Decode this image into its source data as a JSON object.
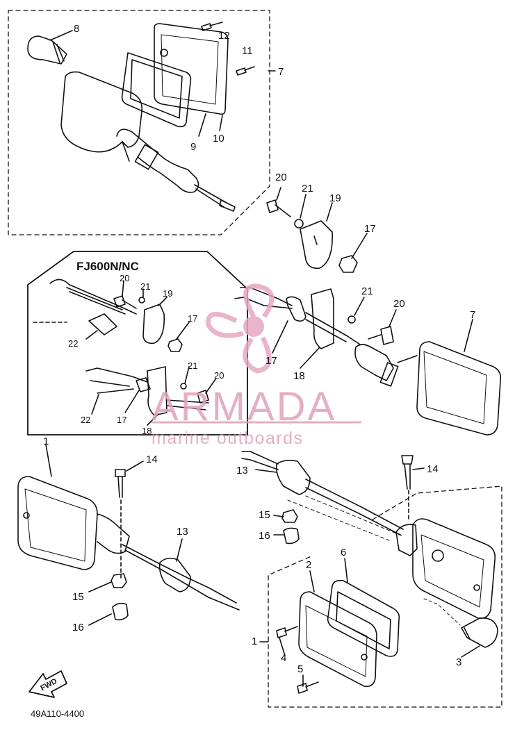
{
  "diagram": {
    "inset_title": "FJ600N/NC",
    "part_number": "49A110-4400",
    "fwd_label": "FWD",
    "watermark": {
      "brand": "ARMADA",
      "tagline": "marine outboards"
    },
    "callouts": {
      "c8": "8",
      "c12": "12",
      "c11": "11",
      "c7a": "7",
      "c9": "9",
      "c10": "10",
      "c20a": "20",
      "c21a": "21",
      "c19a": "19",
      "c17a": "17",
      "c20b": "20",
      "c21b": "21",
      "c19b": "19",
      "c22a": "22",
      "c17b": "17",
      "c21c": "21",
      "c20c": "20",
      "c22b": "22",
      "c17c": "17",
      "c18a": "18",
      "c21d": "21",
      "c20d": "20",
      "c7b": "7",
      "c17d": "17",
      "c18b": "18",
      "c1a": "1",
      "c14a": "14",
      "c13a": "13",
      "c15a": "15",
      "c16a": "16",
      "c13b": "13",
      "c14b": "14",
      "c15b": "15",
      "c16b": "16",
      "c2": "2",
      "c6": "6",
      "c1b": "1",
      "c4": "4",
      "c5": "5",
      "c3": "3"
    }
  }
}
